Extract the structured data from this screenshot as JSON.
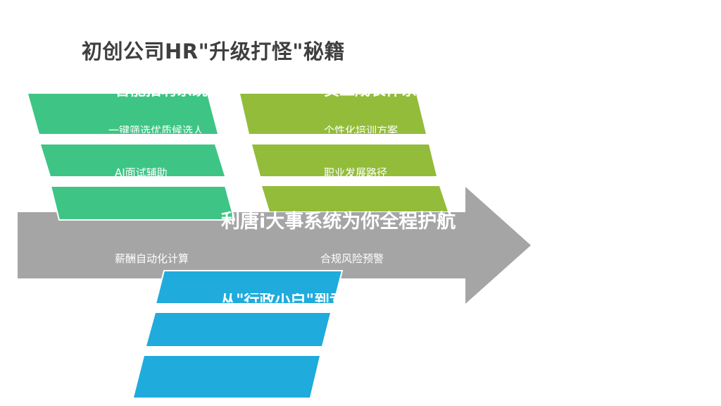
{
  "title": "初创公司HR\"升级打怪\"秘籍",
  "colors": {
    "title": "#3f3f3f",
    "arrow": "#a5a5a5",
    "green": "#3ec585",
    "olive": "#93bc3b",
    "blue": "#1fabdc",
    "text": "#ffffff"
  },
  "center_label": "利唐i大事系统为你全程护航",
  "branches": {
    "green": {
      "heading": "智能招聘系统",
      "items": [
        "一键筛选优质候选人",
        "AI面试辅助",
        "薪酬自动化计算"
      ]
    },
    "olive": {
      "heading": "员工成长体系",
      "items": [
        "个性化培训方案",
        "职业发展路径",
        "合规风险预警"
      ]
    },
    "blue": {
      "heading": "从\"行政小白\"到专家"
    }
  }
}
